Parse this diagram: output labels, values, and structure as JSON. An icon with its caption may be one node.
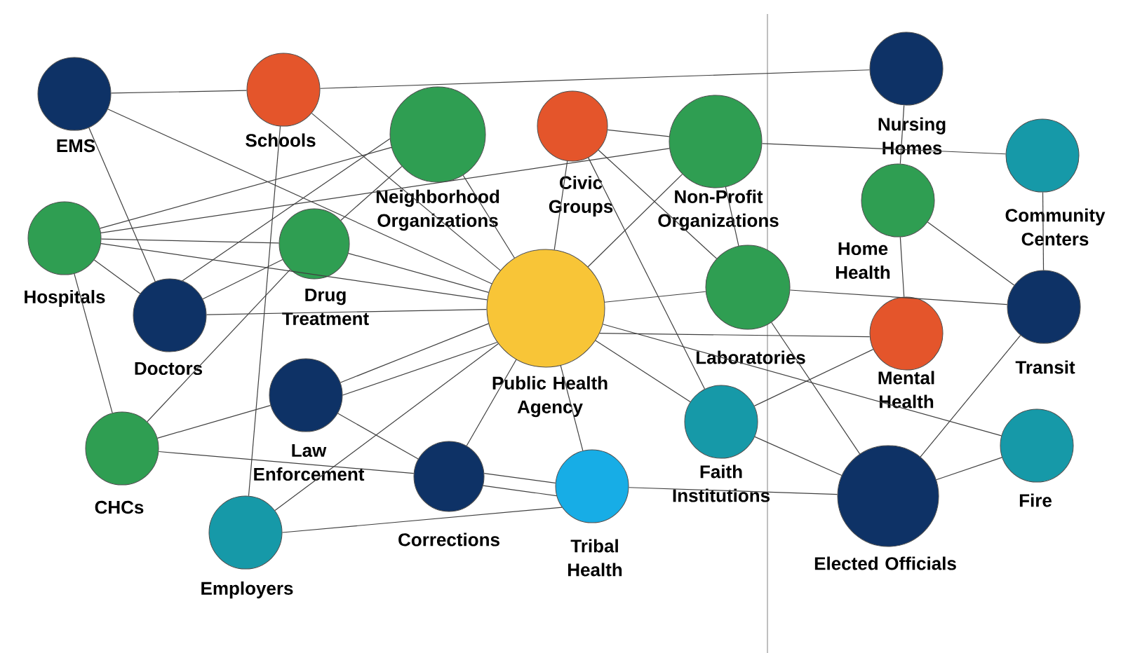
{
  "diagram": {
    "nodes": [
      {
        "text": [
          "EMS"
        ]
      },
      {
        "text": [
          "Schools"
        ]
      },
      {
        "text": [
          "Neighborhood Organizations"
        ]
      },
      {
        "text": [
          "Civic Groups"
        ]
      },
      {
        "text": [
          "Non-Profit Organizations"
        ]
      },
      {
        "text": [
          "Nursing Homes"
        ]
      },
      {
        "text": [
          "Community Centers"
        ]
      },
      {
        "text": [
          "Hospitals"
        ]
      },
      {
        "text": [
          "Drug Treatment"
        ]
      },
      {
        "text": [
          "Public Health Agency"
        ]
      },
      {
        "text": [
          "Laboratories"
        ]
      },
      {
        "text": [
          "Home Health"
        ]
      },
      {
        "text": [
          "Doctors"
        ]
      },
      {
        "text": [
          "Transit"
        ]
      },
      {
        "text": [
          "Mental Health"
        ]
      },
      {
        "text": [
          "Law Enforcement"
        ]
      },
      {
        "text": [
          "CHCs"
        ]
      },
      {
        "text": [
          "Faith Institutions"
        ]
      },
      {
        "text": [
          "Corrections"
        ]
      },
      {
        "text": [
          "Tribal Health"
        ]
      },
      {
        "text": [
          "Fire"
        ]
      },
      {
        "text": [
          "Elected Officials"
        ]
      },
      {
        "text": [
          "Employers"
        ]
      }
    ],
    "edges": [
      {
        "from": 0,
        "to": 1,
        "arrow": "none"
      },
      {
        "from": 1,
        "to": 5,
        "arrow": "none"
      },
      {
        "from": 0,
        "to": 9,
        "arrow": "none"
      },
      {
        "from": 0,
        "to": 12,
        "arrow": "none"
      },
      {
        "from": 1,
        "to": 9,
        "arrow": "none"
      },
      {
        "from": 1,
        "to": 22,
        "arrow": "none"
      },
      {
        "from": 2,
        "to": 7,
        "arrow": "none"
      },
      {
        "from": 2,
        "to": 12,
        "arrow": "none"
      },
      {
        "from": 2,
        "to": 8,
        "arrow": "none"
      },
      {
        "from": 2,
        "to": 9,
        "arrow": "none"
      },
      {
        "from": 7,
        "to": 4,
        "arrow": "none"
      },
      {
        "from": 3,
        "to": 9,
        "arrow": "none"
      },
      {
        "from": 3,
        "to": 4,
        "arrow": "none"
      },
      {
        "from": 3,
        "to": 10,
        "arrow": "none"
      },
      {
        "from": 3,
        "to": 17,
        "arrow": "none"
      },
      {
        "from": 4,
        "to": 9,
        "arrow": "none"
      },
      {
        "from": 4,
        "to": 10,
        "arrow": "none"
      },
      {
        "from": 4,
        "to": 6,
        "arrow": "none"
      },
      {
        "from": 5,
        "to": 11,
        "arrow": "none"
      },
      {
        "from": 11,
        "to": 14,
        "arrow": "none"
      },
      {
        "from": 11,
        "to": 13,
        "arrow": "none"
      },
      {
        "from": 6,
        "to": 13,
        "arrow": "none"
      },
      {
        "from": 10,
        "to": 13,
        "arrow": "none"
      },
      {
        "from": 10,
        "to": 21,
        "arrow": "none"
      },
      {
        "from": 9,
        "to": 10,
        "arrow": "none"
      },
      {
        "from": 9,
        "to": 14,
        "arrow": "none"
      },
      {
        "from": 9,
        "to": 20,
        "arrow": "none"
      },
      {
        "from": 9,
        "to": 17,
        "arrow": "none"
      },
      {
        "from": 9,
        "to": 19,
        "arrow": "none"
      },
      {
        "from": 9,
        "to": 18,
        "arrow": "none"
      },
      {
        "from": 9,
        "to": 22,
        "arrow": "none"
      },
      {
        "from": 15,
        "to": 9,
        "arrow": "none"
      },
      {
        "from": 15,
        "to": 9,
        "arrow": "none"
      },
      {
        "from": 16,
        "to": 15,
        "arrow": "none"
      },
      {
        "from": 12,
        "to": 9,
        "arrow": "none"
      },
      {
        "from": 8,
        "to": 9,
        "arrow": "none"
      },
      {
        "from": 16,
        "to": 8,
        "arrow": "none"
      },
      {
        "from": 12,
        "to": 8,
        "arrow": "none"
      },
      {
        "from": 7,
        "to": 16,
        "arrow": "none"
      },
      {
        "from": 7,
        "to": 12,
        "arrow": "none"
      },
      {
        "from": 7,
        "to": 8,
        "arrow": "none"
      },
      {
        "from": 7,
        "to": 9,
        "arrow": "none"
      },
      {
        "from": 16,
        "to": 18,
        "arrow": "none"
      },
      {
        "from": 15,
        "to": 18,
        "arrow": "none"
      },
      {
        "from": 18,
        "to": 19,
        "arrow": "none"
      },
      {
        "from": 18,
        "to": 19,
        "arrow": "none"
      },
      {
        "from": 22,
        "to": 19,
        "arrow": "none"
      },
      {
        "from": 19,
        "to": 21,
        "arrow": "none"
      },
      {
        "from": 17,
        "to": 21,
        "arrow": "none"
      },
      {
        "from": 17,
        "to": 14,
        "arrow": "none"
      },
      {
        "from": 21,
        "to": 13,
        "arrow": "none"
      },
      {
        "from": 21,
        "to": 20,
        "arrow": "none"
      }
    ]
  }
}
